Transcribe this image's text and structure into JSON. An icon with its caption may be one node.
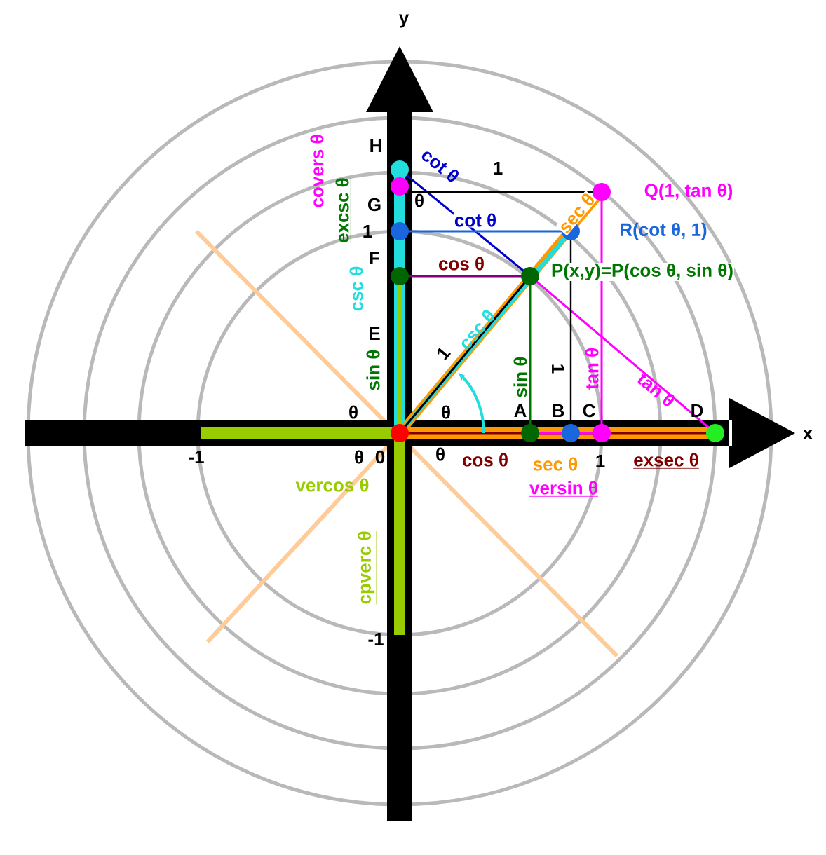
{
  "diagram": {
    "labels": [
      "y",
      "x",
      "H",
      "G",
      "1",
      "F",
      "E",
      "1",
      "θ",
      "cot θ",
      "cot θ",
      "Q(1, tan θ)",
      "R(cot θ, 1)",
      "sec θ",
      "cos θ",
      "P(x,y)=P(cos θ, sin θ)",
      "csc θ",
      "1",
      "sin θ",
      "1",
      "tan θ",
      "tan θ",
      "covers θ",
      "excsc θ",
      "csc θ",
      "sin θ",
      "θ",
      "θ",
      "A",
      "B",
      "C",
      "D",
      "-1",
      "θ",
      "0",
      "θ",
      "cos θ",
      "sec θ",
      "1",
      "exsec θ",
      "vercos θ",
      "versin θ",
      "cpverc θ",
      "-1"
    ]
  }
}
